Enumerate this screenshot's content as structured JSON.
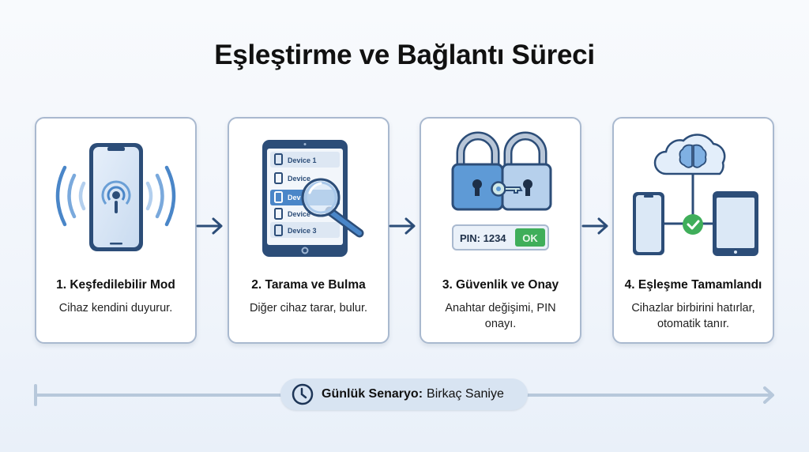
{
  "title": "Eşleştirme ve Bağlantı Süreci",
  "colors": {
    "accent_dark": "#2c4d78",
    "accent": "#4a86c8",
    "accent_light": "#a9c8ea",
    "success": "#3fae5a",
    "card_border": "#a9b9cf",
    "pill_bg": "#d8e4f2"
  },
  "steps": [
    {
      "title": "1. Keşfedilebilir Mod",
      "description": "Cihaz kendini duyurur.",
      "icon": "phone-broadcast-icon"
    },
    {
      "title": "2. Tarama ve Bulma",
      "description": "Diğer cihaz tarar, bulur.",
      "icon": "tablet-scan-icon",
      "device_list": [
        "Device 1",
        "Device",
        "Dev",
        "Device",
        "Device 3"
      ]
    },
    {
      "title": "3. Güvenlik ve Onay",
      "description": "Anahtar değişimi, PIN onayı.",
      "icon": "locks-key-icon",
      "pin_label": "PIN: 1234",
      "ok_label": "OK"
    },
    {
      "title": "4. Eşleşme Tamamlandı",
      "description": "Cihazlar birbirini hatırlar, otomatik tanır.",
      "icon": "cloud-devices-icon"
    }
  ],
  "timeline": {
    "label": "Günlük Senaryo:",
    "value": "Birkaç Saniye",
    "icon": "clock-icon"
  }
}
